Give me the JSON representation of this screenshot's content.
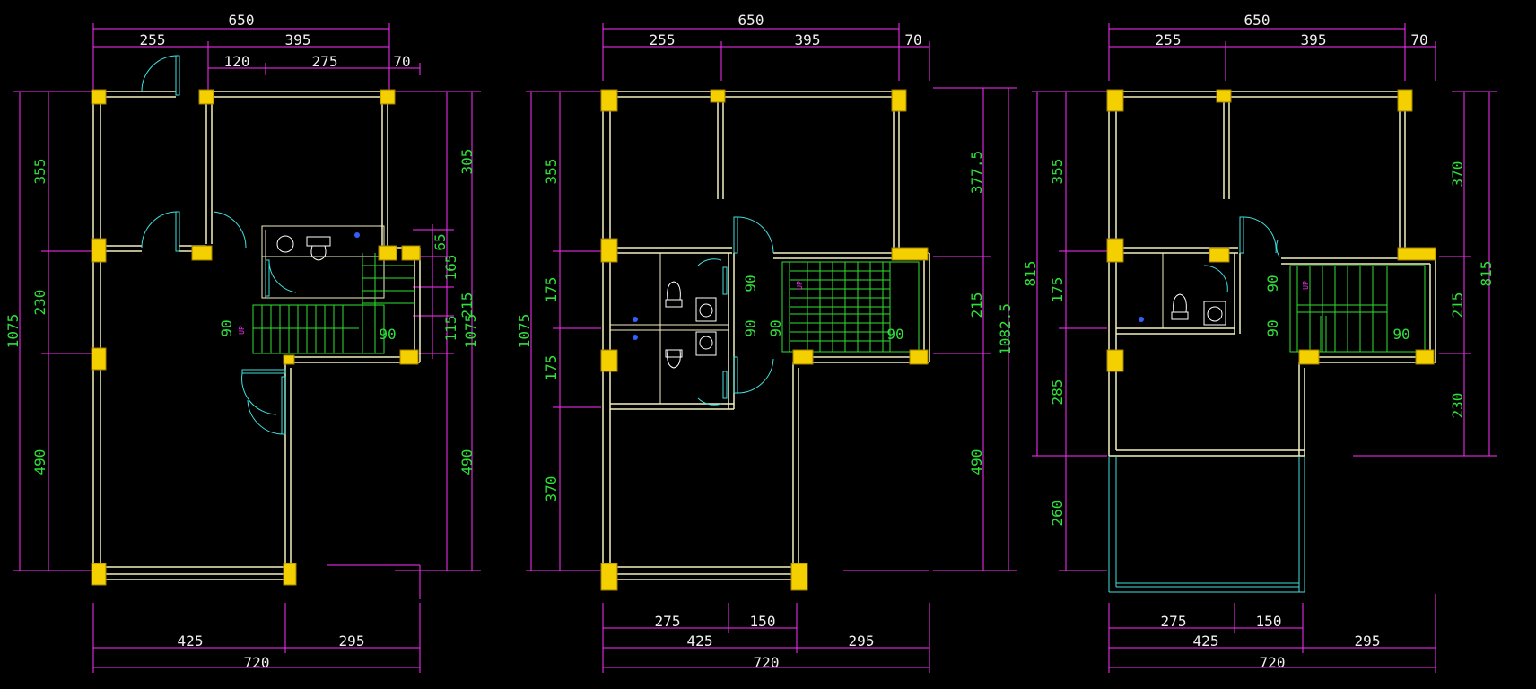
{
  "colors": {
    "background": "#000000",
    "dimension_line": "#ff2fff",
    "wall": "#f4f0c0",
    "wall_inner": "#e8e8a0",
    "column": "#f5d000",
    "door": "#40e0e0",
    "stair": "#30e030",
    "fixture": "#ffffff",
    "text_top": "#f0f0f0",
    "text_side": "#2fe03a",
    "drain": "#3060ff"
  },
  "plans": [
    {
      "id": "plan-1",
      "top_dims": {
        "overall": "650",
        "row2": [
          "255",
          "395"
        ],
        "row3": [
          "120",
          "275",
          "70"
        ]
      },
      "left_dims": {
        "overall": "1075",
        "segments": [
          "355",
          "230",
          "490"
        ]
      },
      "right_dims": {
        "overall": "1075",
        "segments": [
          "305",
          "65",
          "165",
          "215",
          "115",
          "490"
        ]
      },
      "bottom_dims": {
        "segments": [
          "425",
          "295"
        ],
        "overall": "720"
      },
      "inner_dims": [
        "90",
        "90"
      ],
      "stair_label": "UP"
    },
    {
      "id": "plan-2",
      "top_dims": {
        "overall": "650",
        "row2": [
          "255",
          "395",
          "70"
        ]
      },
      "left_dims": {
        "overall": "1075",
        "segments": [
          "355",
          "175",
          "175",
          "370"
        ]
      },
      "right_dims": {
        "overall": "1082.5",
        "segments": [
          "377.5",
          "215",
          "490"
        ]
      },
      "bottom_dims": {
        "row1": [
          "275",
          "150"
        ],
        "segments": [
          "425",
          "295"
        ],
        "overall": "720"
      },
      "inner_dims": [
        "90",
        "90",
        "90",
        "90"
      ],
      "stair_label": "UP"
    },
    {
      "id": "plan-3",
      "top_dims": {
        "overall": "650",
        "row2": [
          "255",
          "395",
          "70"
        ]
      },
      "left_dims": {
        "overall": "815",
        "segments": [
          "355",
          "175",
          "285",
          "260"
        ]
      },
      "right_dims": {
        "overall": "815",
        "segments": [
          "370",
          "215",
          "230"
        ]
      },
      "bottom_dims": {
        "row1": [
          "275",
          "150"
        ],
        "segments": [
          "425",
          "295"
        ],
        "overall": "720"
      },
      "inner_dims": [
        "90",
        "90",
        "90"
      ],
      "stair_label": "UP"
    }
  ]
}
